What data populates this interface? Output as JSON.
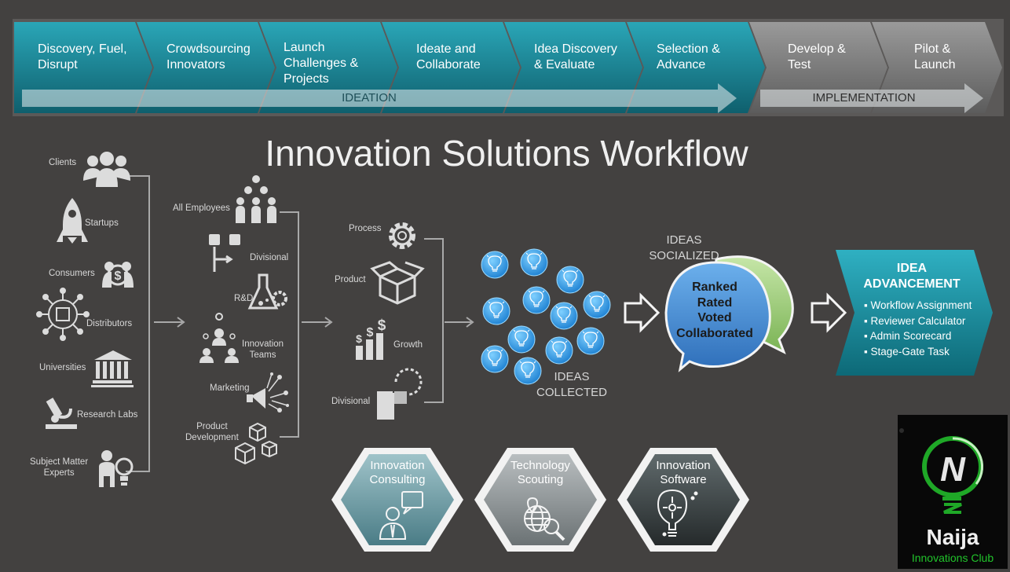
{
  "page_title": "Innovation Solutions Workflow",
  "process_steps": [
    {
      "label": "Discovery, Fuel,\nDisrupt"
    },
    {
      "label": "Crowdsourcing\nInnovators"
    },
    {
      "label": "Launch\nChallenges &\nProjects"
    },
    {
      "label": "Ideate and\nCollaborate"
    },
    {
      "label": "Idea Discovery\n& Evaluate"
    },
    {
      "label": "Selection &\nAdvance"
    },
    {
      "label": "Develop &\nTest"
    },
    {
      "label": "Pilot &\nLaunch"
    }
  ],
  "phases": {
    "ideation": "IDEATION",
    "implementation": "IMPLEMENTATION"
  },
  "sources": [
    {
      "label": "Clients",
      "icon": "users-icon"
    },
    {
      "label": "Startups",
      "icon": "rocket-icon"
    },
    {
      "label": "Consumers",
      "icon": "money-people-icon"
    },
    {
      "label": "Distributors",
      "icon": "network-icon"
    },
    {
      "label": "Universities",
      "icon": "university-icon"
    },
    {
      "label": "Research Labs",
      "icon": "microscope-icon"
    },
    {
      "label": "Subject Matter\nExperts",
      "icon": "expert-icon"
    }
  ],
  "internal": [
    {
      "label": "All Employees",
      "icon": "crowd-icon"
    },
    {
      "label": "Divisional",
      "icon": "org-chart-icon"
    },
    {
      "label": "R&D",
      "icon": "flask-gear-icon"
    },
    {
      "label": "Innovation\nTeams",
      "icon": "team-idea-icon"
    },
    {
      "label": "Marketing",
      "icon": "megaphone-icon"
    },
    {
      "label": "Product\nDevelopment",
      "icon": "boxes-icon"
    }
  ],
  "categories": [
    {
      "label": "Process",
      "icon": "gear-icon"
    },
    {
      "label": "Product",
      "icon": "open-box-icon"
    },
    {
      "label": "Growth",
      "icon": "money-growth-icon"
    },
    {
      "label": "Divisional",
      "icon": "puzzle-piece-icon"
    }
  ],
  "ideas_collected": "IDEAS\nCOLLECTED",
  "ideas_socialized": "IDEAS\nSOCIALIZED",
  "bubble_text": "Ranked\nRated\nVoted\nCollaborated",
  "advancement": {
    "title": "IDEA\nADVANCEMENT",
    "items": [
      "Workflow Assignment",
      "Reviewer Calculator",
      "Admin Scorecard",
      "Stage-Gate Task"
    ]
  },
  "services": [
    {
      "label": "Innovation\nConsulting",
      "icon": "consultant-icon"
    },
    {
      "label": "Technology\nScouting",
      "icon": "globe-search-icon"
    },
    {
      "label": "Innovation\nSoftware",
      "icon": "bulb-circuit-icon"
    }
  ],
  "logo": {
    "name": "Naija",
    "sub": "Innovations Club",
    "accent": "#21c42b"
  },
  "colors": {
    "teal": "#1e8e9e",
    "grey": "#7d7d7d",
    "bubble_blue": "#4a8fd4",
    "bubble_green": "#9ccb7e",
    "background": "#434140"
  }
}
